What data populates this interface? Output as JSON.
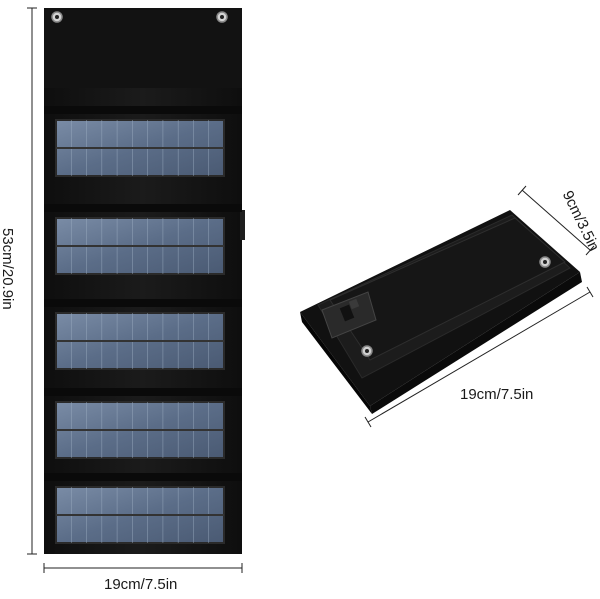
{
  "product": {
    "unfolded_name": "unfolded-solar-panel",
    "folded_name": "folded-solar-panel",
    "panel_count": 5,
    "cells_per_row": 11,
    "rows_per_panel": 2
  },
  "dimensions": {
    "height_label": "53cm/20.9in",
    "width_label": "19cm/7.5in",
    "folded_length_label": "19cm/7.5in",
    "folded_width_label": "9cm/3.5in"
  },
  "colors": {
    "fabric": "#151515",
    "fabric_edge": "#2b2b2b",
    "cell": "#5c6f8a",
    "cell_line": "#9fb0c4",
    "background": "#ffffff",
    "grommet": "#c9c9c9"
  }
}
